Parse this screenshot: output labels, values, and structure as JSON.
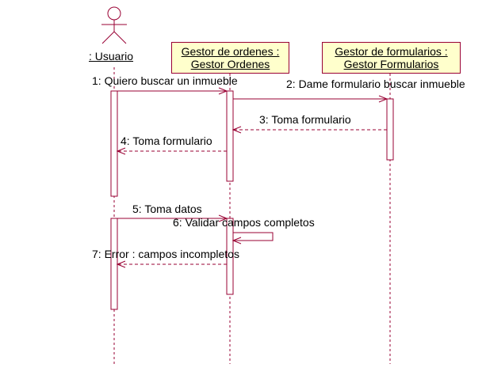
{
  "colors": {
    "line": "#990033",
    "box_fill": "#ffffcc",
    "activation_fill": "#ffffff"
  },
  "actor": {
    "name": ": Usuario"
  },
  "objects": [
    {
      "line1": "Gestor de ordenes :",
      "line2": "Gestor Ordenes"
    },
    {
      "line1": "Gestor de formularios :",
      "line2": "Gestor Formularios"
    }
  ],
  "messages": [
    {
      "label": "1: Quiero buscar un inmueble"
    },
    {
      "label": "2: Dame formulario buscar inmueble"
    },
    {
      "label": "3: Toma formulario"
    },
    {
      "label": "4: Toma formulario"
    },
    {
      "label": "5: Toma datos"
    },
    {
      "label": "6: Validar campos completos"
    },
    {
      "label": "7: Error : campos incompletos"
    }
  ]
}
